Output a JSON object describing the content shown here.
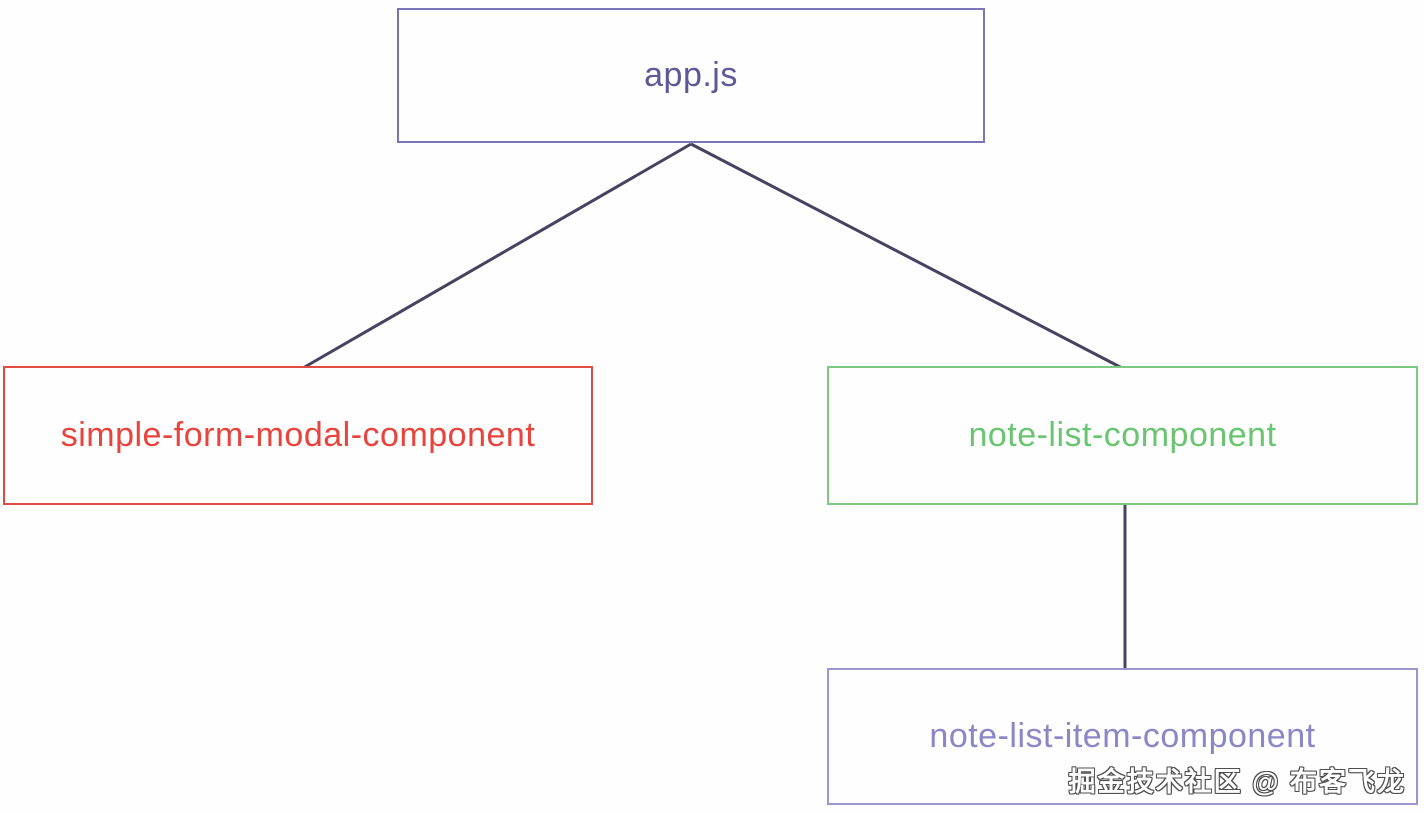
{
  "diagram": {
    "type": "component-tree",
    "nodes": [
      {
        "id": "app-js",
        "label": "app.js",
        "text_color": "#5e5898",
        "border_color": "#7b74b6"
      },
      {
        "id": "simple-form-modal-component",
        "label": "simple-form-modal-component",
        "text_color": "#e8433c",
        "border_color": "#e04b43"
      },
      {
        "id": "note-list-component",
        "label": "note-list-component",
        "text_color": "#69c56f",
        "border_color": "#7cc981"
      },
      {
        "id": "note-list-item-component",
        "label": "note-list-item-component",
        "text_color": "#8b87c7",
        "border_color": "#9b97ce"
      }
    ],
    "edges": [
      {
        "from": "app-js",
        "to": "simple-form-modal-component"
      },
      {
        "from": "app-js",
        "to": "note-list-component"
      },
      {
        "from": "note-list-component",
        "to": "note-list-item-component"
      }
    ],
    "edge_color": "#46425f"
  },
  "watermark": {
    "text": "掘金技术社区 @ 布客飞龙"
  }
}
